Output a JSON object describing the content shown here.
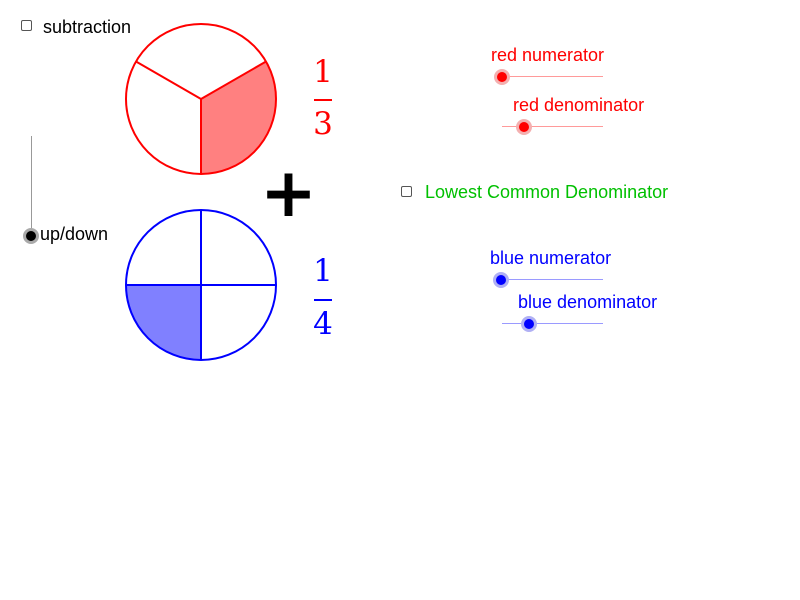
{
  "subtraction": {
    "label": "subtraction",
    "checked": false
  },
  "updown": {
    "label": "up/down",
    "value": 0
  },
  "operator": "+",
  "red_fraction": {
    "numerator": "1",
    "denominator": "3",
    "color": "#ff0000",
    "fill": "#ff8080",
    "parts": 3,
    "shaded": 1
  },
  "blue_fraction": {
    "numerator": "1",
    "denominator": "4",
    "color": "#0000ff",
    "fill": "#8080ff",
    "parts": 4,
    "shaded": 1
  },
  "sliders": {
    "red_numerator": {
      "label": "red numerator",
      "value": 1,
      "color": "#ff0000"
    },
    "red_denominator": {
      "label": "red denominator",
      "value": 3,
      "color": "#ff0000"
    },
    "blue_numerator": {
      "label": "blue numerator",
      "value": 1,
      "color": "#0000ff"
    },
    "blue_denominator": {
      "label": "blue denominator",
      "value": 4,
      "color": "#0000ff"
    }
  },
  "lcd": {
    "label": "Lowest Common Denominator",
    "checked": false,
    "color": "#00c000"
  }
}
